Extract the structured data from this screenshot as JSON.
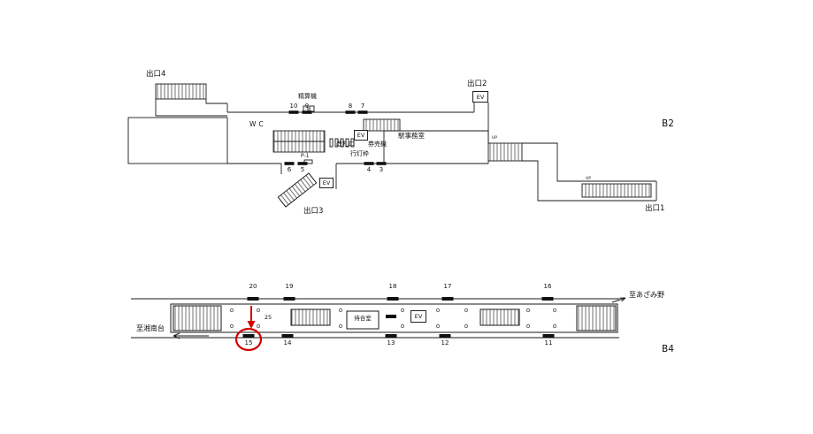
{
  "colors": {
    "line": "#1a1a1a",
    "highlight": "#d40000"
  },
  "b2": {
    "floor_label": "B2",
    "exit1": "出口1",
    "exit2": "出口2",
    "exit3": "出口3",
    "exit4": "出口4",
    "wc": "WC",
    "fare_machine": "精算機",
    "ticket_gate": "改札口",
    "ticket_machine": "券売機",
    "andon_frame": "行灯枠",
    "station_office": "駅事務室",
    "parking": "P-1",
    "elevator": "EV",
    "up": "UP",
    "positions_top": [
      "10",
      "9",
      "8",
      "7"
    ],
    "positions_bottom": [
      "6",
      "5",
      "4",
      "3"
    ]
  },
  "b4": {
    "floor_label": "B4",
    "waiting_room": "待合室",
    "elevator": "EV",
    "to_azamino": "至あざみ野",
    "to_shonandai": "至湘南台",
    "pillar_position": "25",
    "positions_top": [
      "20",
      "19",
      "18",
      "17",
      "16"
    ],
    "positions_bottom": [
      "15",
      "14",
      "13",
      "12",
      "11"
    ],
    "highlighted_position": "15"
  }
}
